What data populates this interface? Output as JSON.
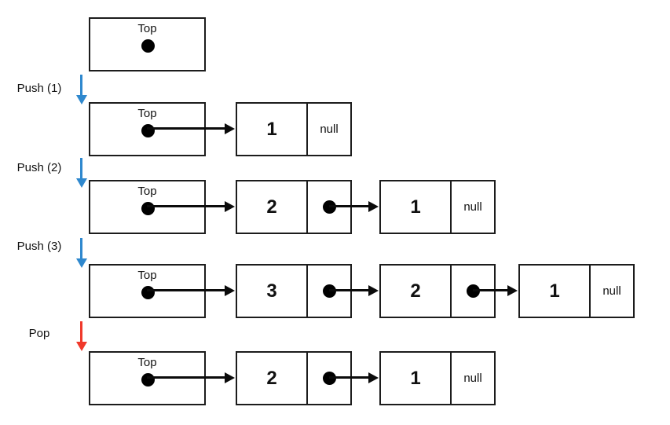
{
  "diagram": {
    "description": "Stack implemented as a linked list: states after successive operations",
    "labels": {
      "top": "Top",
      "null": "null"
    },
    "operations": [
      {
        "label": "Push (1)",
        "type": "push",
        "arrow_color": "#2f88ce"
      },
      {
        "label": "Push (2)",
        "type": "push",
        "arrow_color": "#2f88ce"
      },
      {
        "label": "Push (3)",
        "type": "push",
        "arrow_color": "#2f88ce"
      },
      {
        "label": "Pop",
        "type": "pop",
        "arrow_color": "#f0392b"
      }
    ],
    "states": [
      {
        "nodes": []
      },
      {
        "nodes": [
          {
            "value": "1",
            "next": "null"
          }
        ]
      },
      {
        "nodes": [
          {
            "value": "2",
            "next": "pointer"
          },
          {
            "value": "1",
            "next": "null"
          }
        ]
      },
      {
        "nodes": [
          {
            "value": "3",
            "next": "pointer"
          },
          {
            "value": "2",
            "next": "pointer"
          },
          {
            "value": "1",
            "next": "null"
          }
        ]
      },
      {
        "nodes": [
          {
            "value": "2",
            "next": "pointer"
          },
          {
            "value": "1",
            "next": "null"
          }
        ]
      }
    ],
    "colors": {
      "box_border": "#1c1c1c",
      "pointer_arrow": "#0b0b0b",
      "push_arrow": "#2f88ce",
      "pop_arrow": "#f0392b",
      "background": "#ffffff"
    }
  }
}
